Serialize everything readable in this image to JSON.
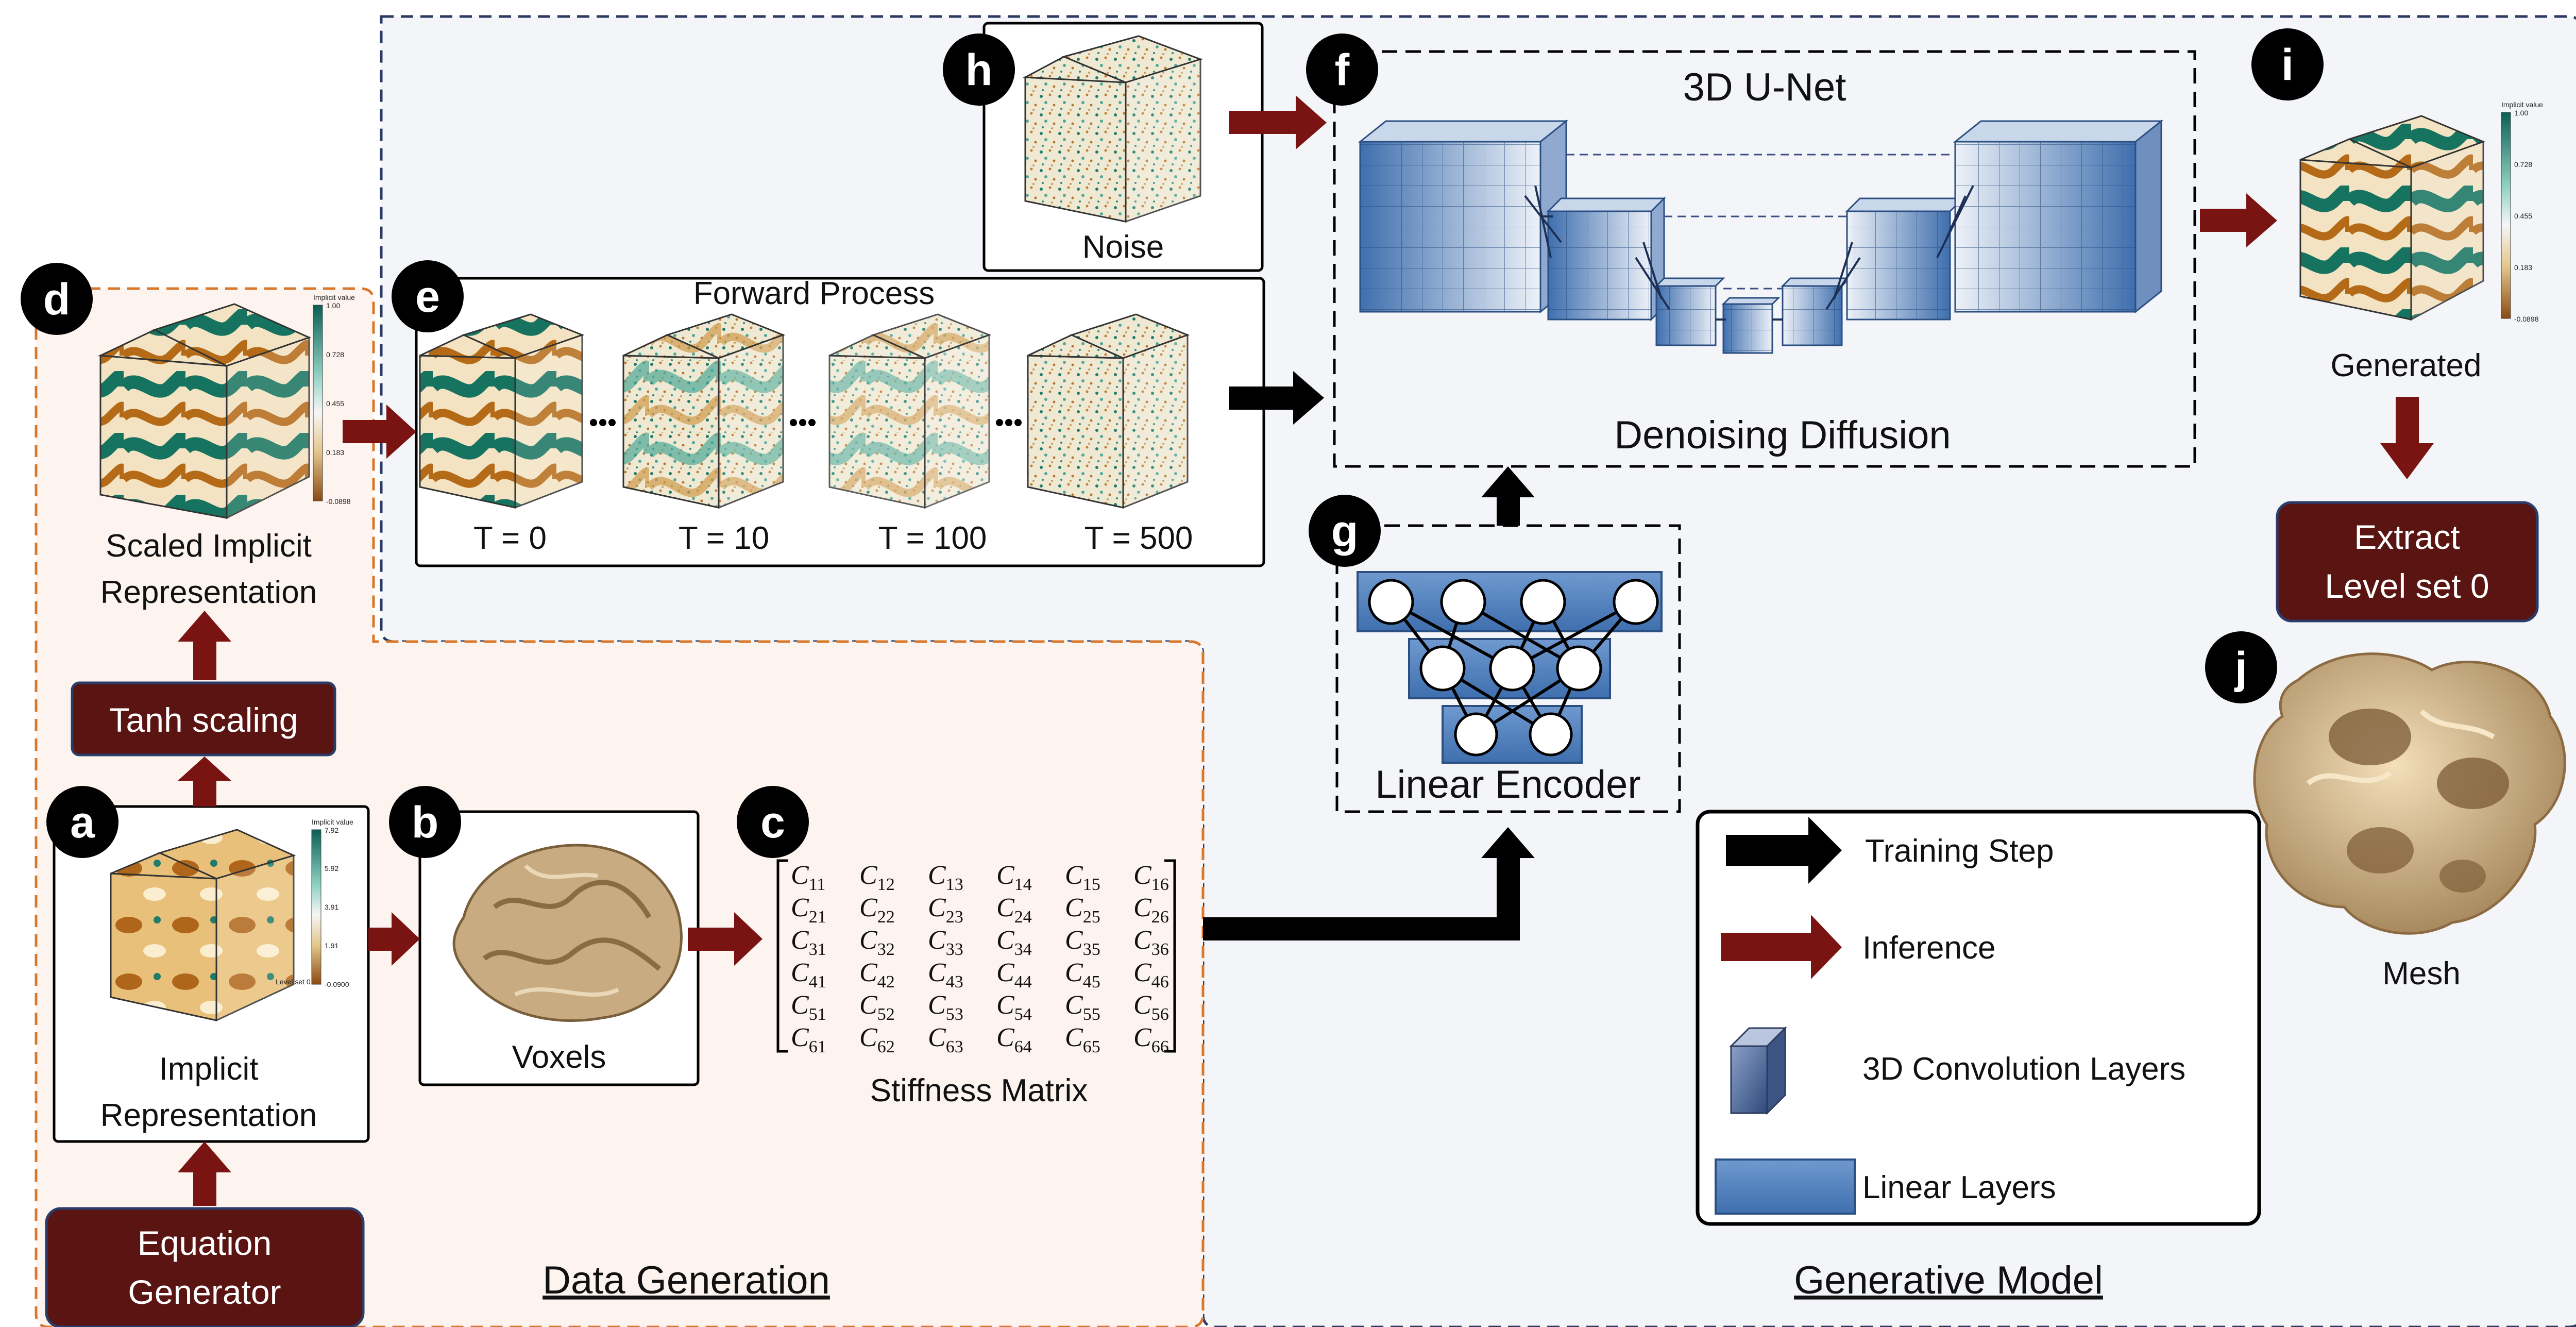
{
  "colors": {
    "dark_red": "#5a1412",
    "arrow_red": "#7a1413",
    "arrow_black": "#000000",
    "teal": "#16735f",
    "orange_brown": "#b46a17",
    "data_bg": "#fdf3ef",
    "model_bg": "#f3f5f8",
    "unet_blue": "#5b86c0"
  },
  "badges": {
    "a": "a",
    "b": "b",
    "c": "c",
    "d": "d",
    "e": "e",
    "f": "f",
    "g": "g",
    "h": "h",
    "i": "i",
    "j": "j"
  },
  "sections": {
    "data_generation": "Data Generation",
    "generative_model": "Generative Model"
  },
  "nodes": {
    "equation_generator": [
      "Equation",
      "Generator"
    ],
    "implicit_representation": [
      "Implicit",
      "Representation"
    ],
    "tanh_scaling": "Tanh scaling",
    "scaled_implicit": [
      "Scaled Implicit",
      "Representation"
    ],
    "voxels": "Voxels",
    "stiffness_matrix": "Stiffness Matrix",
    "noise": "Noise",
    "forward_process": "Forward Process",
    "timesteps": [
      "T = 0",
      "T = 10",
      "T = 100",
      "T = 500"
    ],
    "unet_title": "3D U-Net",
    "denoising": "Denoising Diffusion",
    "linear_encoder": "Linear Encoder",
    "generated": "Generated",
    "extract": [
      "Extract",
      "Level set 0"
    ],
    "mesh": "Mesh"
  },
  "matrix": {
    "symbol": "C",
    "rows": [
      [
        "11",
        "12",
        "13",
        "14",
        "15",
        "16"
      ],
      [
        "21",
        "22",
        "23",
        "24",
        "25",
        "26"
      ],
      [
        "31",
        "32",
        "33",
        "34",
        "35",
        "36"
      ],
      [
        "41",
        "42",
        "43",
        "44",
        "45",
        "46"
      ],
      [
        "51",
        "52",
        "53",
        "54",
        "55",
        "56"
      ],
      [
        "61",
        "62",
        "63",
        "64",
        "65",
        "66"
      ]
    ]
  },
  "legend": {
    "items": [
      {
        "label": "Training Step",
        "icon": "black-arrow-icon"
      },
      {
        "label": "Inference",
        "icon": "red-arrow-icon"
      },
      {
        "label": "3D Convolution Layers",
        "icon": "cube-icon"
      },
      {
        "label": "Linear Layers",
        "icon": "blue-block-icon"
      }
    ]
  },
  "colorbars": {
    "implicit": {
      "title": "Implicit value",
      "ticks": [
        "7.92",
        "5.92",
        "3.91",
        "1.91",
        "-0.0900"
      ],
      "level_label": "Level set 0"
    },
    "scaled": {
      "title": "Implicit value",
      "ticks": [
        "1.00",
        "0.728",
        "0.455",
        "0.183",
        "-0.0898"
      ]
    }
  }
}
